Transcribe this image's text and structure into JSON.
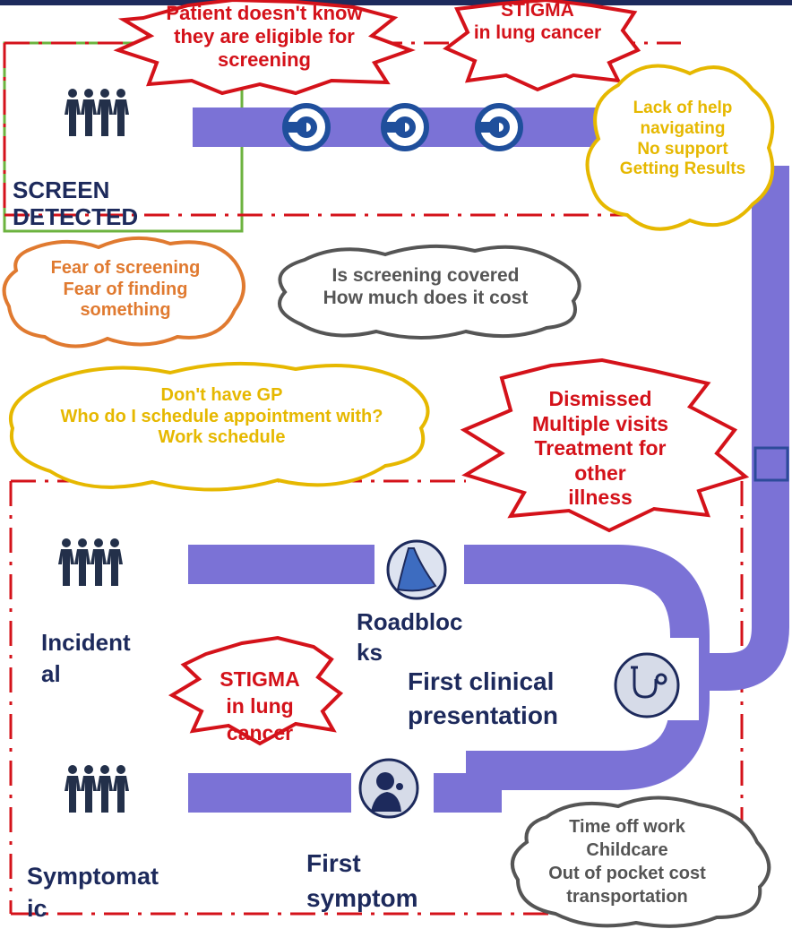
{
  "colors": {
    "pathway": "#7b72d6",
    "navy": "#1d2a5c",
    "red": "#d4121a",
    "orange": "#e07a30",
    "grey": "#555555",
    "yellow": "#e6b800",
    "green": "#6cb33f"
  },
  "pathways": {
    "screen_detected": "SCREEN DETECTED",
    "incidental": [
      "Incident",
      "al"
    ],
    "symptomatic": [
      "Symptomat",
      "ic"
    ]
  },
  "stages": {
    "roadblocks": [
      "Roadbloc",
      "ks"
    ],
    "first_clinical_presentation": [
      "First clinical",
      "presentation"
    ],
    "first_symptom": [
      "First",
      "symptom"
    ]
  },
  "barriers": {
    "eligibility": [
      "Patient doesn't know",
      "they are eligible for",
      "screening"
    ],
    "stigma_top": [
      "STIGMA",
      "in lung cancer"
    ],
    "navigation": [
      "Lack of help",
      "navigating",
      "No support",
      "Getting Results"
    ],
    "fear": [
      "Fear of screening",
      "Fear of finding",
      "something"
    ],
    "cost_coverage": [
      "Is screening covered",
      "How much does it cost"
    ],
    "access": [
      "Don't have GP",
      "Who do I schedule appointment with?",
      "Work schedule"
    ],
    "dismissed": [
      "Dismissed",
      "Multiple visits",
      "Treatment for",
      "other",
      "illness"
    ],
    "stigma_mid": [
      "STIGMA",
      "in lung",
      "cancer"
    ],
    "practical": [
      "Time off work",
      "Childcare",
      "Out of pocket cost",
      "transportation"
    ]
  },
  "icons": [
    "people-group-icon",
    "radar-icon",
    "lung-icon",
    "stethoscope-icon",
    "coughing-person-icon"
  ]
}
